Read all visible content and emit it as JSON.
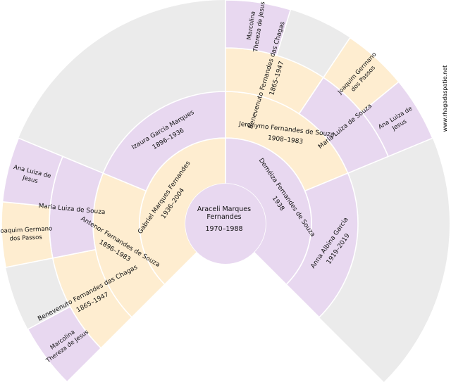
{
  "site_label": "www.rhagadaspatie.net",
  "colors": {
    "female": "#e8d8f0",
    "male": "#feedd0",
    "empty": "#ebebeb",
    "separator": "#ffffff",
    "text": "#111111"
  },
  "root": {
    "name_lines": [
      "Araceli Marques",
      "Fernandes"
    ],
    "dates": "1970–1988",
    "sex": "female"
  },
  "generations": [
    {
      "level": 1,
      "people": [
        {
          "slot": 0,
          "sex": "male",
          "name_lines": [
            "Gabriel Marques Fernandes"
          ],
          "dates": "1936–2004"
        },
        {
          "slot": 1,
          "sex": "female",
          "name_lines": [
            "Deméiza Fernandes de Souza"
          ],
          "dates": "1938"
        }
      ]
    },
    {
      "level": 2,
      "people": [
        {
          "slot": 0,
          "sex": "male",
          "name_lines": [
            "Antenor Fernandes de Souza"
          ],
          "dates": "1896–1983"
        },
        {
          "slot": 1,
          "sex": "female",
          "name_lines": [
            "Izaura Garcia Marques"
          ],
          "dates": "1896–1936"
        },
        {
          "slot": 2,
          "sex": "male",
          "name_lines": [
            "Jeronymo Fernandes de Souza"
          ],
          "dates": "1908–1983"
        },
        {
          "slot": 3,
          "sex": "female",
          "name_lines": [
            "Anna Albina Garcia"
          ],
          "dates": "1919–2019"
        }
      ]
    },
    {
      "level": 3,
      "people": [
        {
          "slot": 0,
          "sex": "male",
          "name_lines": [
            "Benevenuto Fernandes das Chagas"
          ],
          "dates": "1865–1947"
        },
        {
          "slot": 1,
          "sex": "female",
          "name_lines": [
            "Maria Luiza de Souza"
          ],
          "dates": ""
        },
        {
          "slot": 4,
          "sex": "male",
          "name_lines": [
            "Benevenuto Fernandes das Chagas"
          ],
          "dates": "1865–1947"
        },
        {
          "slot": 5,
          "sex": "female",
          "name_lines": [
            "Maria Luiza de Souza"
          ],
          "dates": ""
        }
      ]
    },
    {
      "level": 4,
      "people": [
        {
          "slot": 0,
          "sex": "female",
          "name_lines": [
            "Marcolina",
            "Thereza de Jesus"
          ],
          "dates": ""
        },
        {
          "slot": 2,
          "sex": "male",
          "name_lines": [
            "Joaquim Germano",
            "dos Passos"
          ],
          "dates": ""
        },
        {
          "slot": 3,
          "sex": "female",
          "name_lines": [
            "Ana Luiza de",
            "Jesus"
          ],
          "dates": ""
        },
        {
          "slot": 8,
          "sex": "female",
          "name_lines": [
            "Marcolina",
            "Thereza de Jesus"
          ],
          "dates": ""
        },
        {
          "slot": 10,
          "sex": "male",
          "name_lines": [
            "Joaquim Germano",
            "dos Passos"
          ],
          "dates": ""
        },
        {
          "slot": 11,
          "sex": "female",
          "name_lines": [
            "Ana Luiza de",
            "Jesus"
          ],
          "dates": ""
        }
      ]
    }
  ]
}
